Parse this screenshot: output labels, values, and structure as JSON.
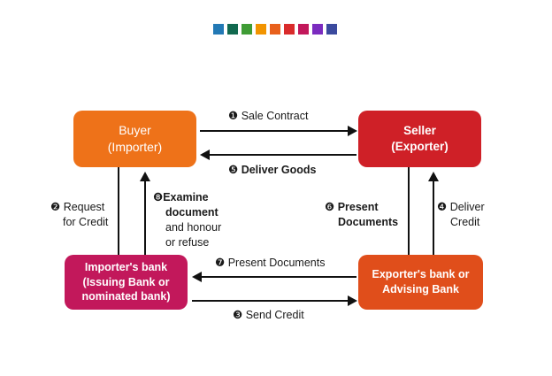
{
  "palette": {
    "swatches": [
      "#2279b5",
      "#11694f",
      "#3f9c35",
      "#f29400",
      "#e8601c",
      "#d92b2b",
      "#c2185b",
      "#7b2bbf",
      "#3b4a9e"
    ],
    "buyer_box": "#ee7219",
    "seller_box": "#cf2027",
    "importer_bank_box": "#c2185b",
    "exporter_bank_box": "#e04e1b",
    "connector": "#111111"
  },
  "nodes": {
    "buyer": {
      "line1": "Buyer",
      "line2": "(Importer)"
    },
    "seller": {
      "line1": "Seller",
      "line2": "(Exporter)"
    },
    "importer_bank": {
      "line1": "Importer's bank",
      "line2": "(Issuing Bank or",
      "line3": "nominated bank)"
    },
    "exporter_bank": {
      "line1": "Exporter's bank or",
      "line2": "Advising Bank"
    }
  },
  "steps": {
    "s1": {
      "num": "❶",
      "text": "Sale Contract"
    },
    "s2": {
      "num": "❷",
      "line1": "Request",
      "line2": "for Credit"
    },
    "s3": {
      "num": "❸",
      "text": "Send Credit"
    },
    "s4": {
      "num": "❹",
      "line1": "Deliver",
      "line2": "Credit"
    },
    "s5": {
      "num": "❺",
      "text": "Deliver Goods"
    },
    "s6": {
      "num": "❻",
      "line1": "Present",
      "line2": "Documents"
    },
    "s7": {
      "num": "❼",
      "text": "Present Documents"
    },
    "s8": {
      "num": "❽",
      "line1": "Examine",
      "line2": "document",
      "line3": "and honour",
      "line4": "or refuse"
    }
  }
}
